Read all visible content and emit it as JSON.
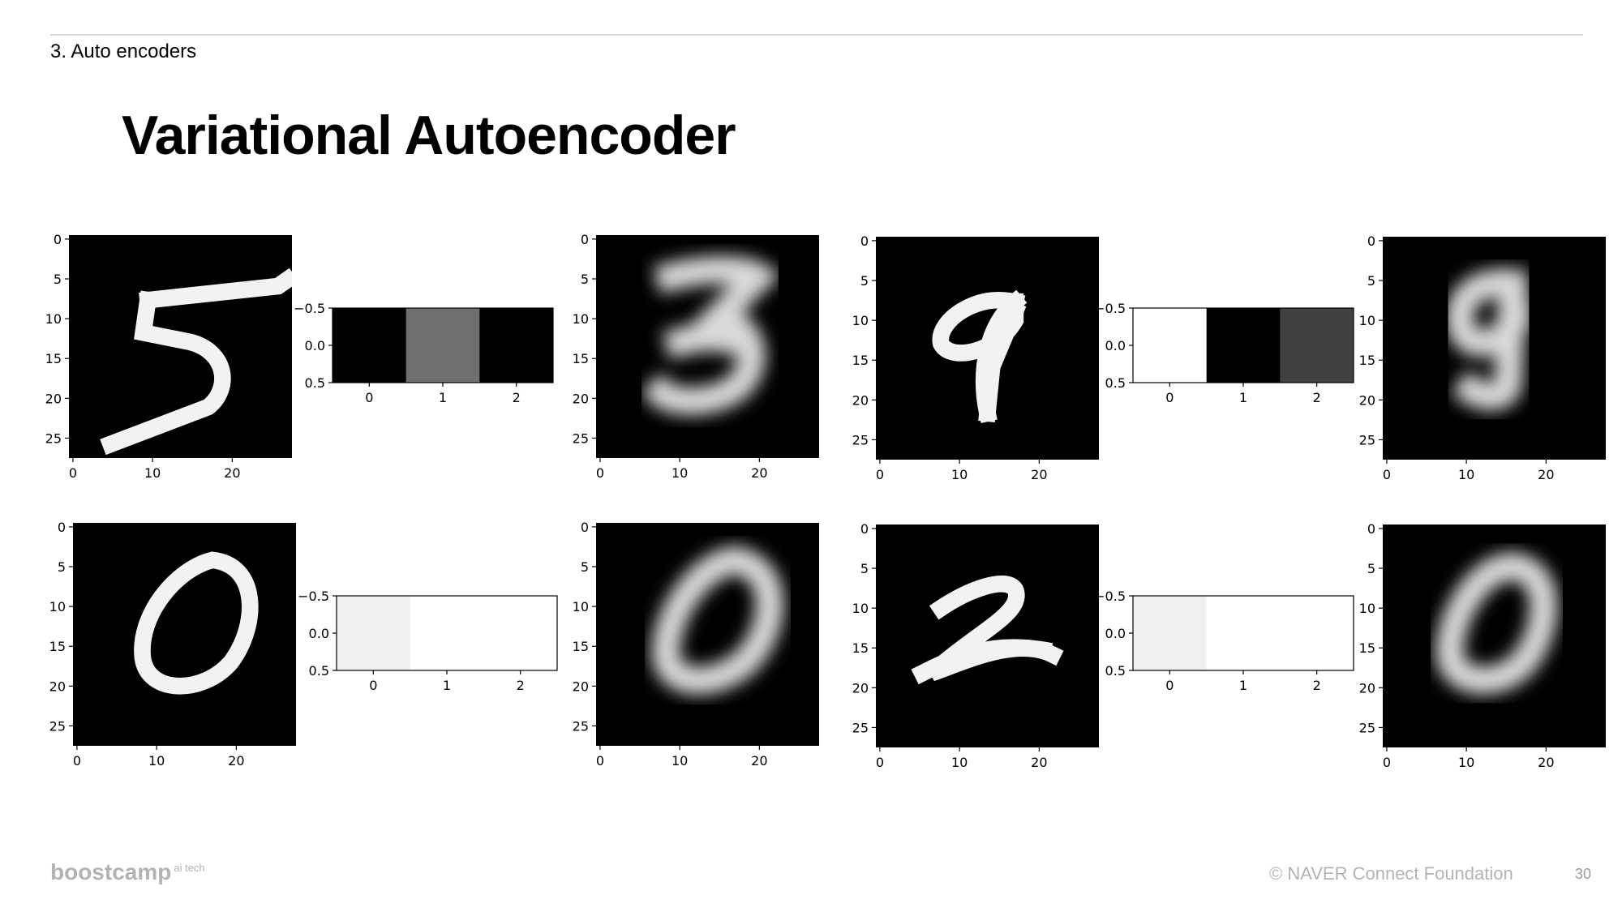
{
  "header": {
    "section": "3. Auto encoders"
  },
  "title": "Variational Autoencoder",
  "footer": {
    "logo": "boostcamp",
    "logo_sup": "ai tech",
    "copyright": "© NAVER Connect Foundation",
    "page": "30"
  },
  "colors": {
    "rule": "#d9d9d9",
    "footer_text": "#b3b3b3"
  },
  "image_ticks": {
    "y": [
      "0",
      "5",
      "10",
      "15",
      "20",
      "25"
    ],
    "x": [
      "0",
      "10",
      "20"
    ]
  },
  "code_ticks": {
    "y": [
      "−0.5",
      "0.0",
      "0.5"
    ],
    "x": [
      "0",
      "1",
      "2"
    ]
  },
  "examples": [
    {
      "digit": "5",
      "latent_code": [
        0.0,
        0.43,
        0.0
      ],
      "reconstruction": "blurry 3/5"
    },
    {
      "digit": "9",
      "latent_code": [
        1.0,
        0.0,
        0.25
      ],
      "reconstruction": "blurry 9"
    },
    {
      "digit": "0",
      "latent_code": [
        0.94,
        1.0,
        1.0
      ],
      "reconstruction": "blurry 0"
    },
    {
      "digit": "2",
      "latent_code": [
        0.94,
        1.0,
        1.0
      ],
      "reconstruction": "blurry 0"
    }
  ]
}
